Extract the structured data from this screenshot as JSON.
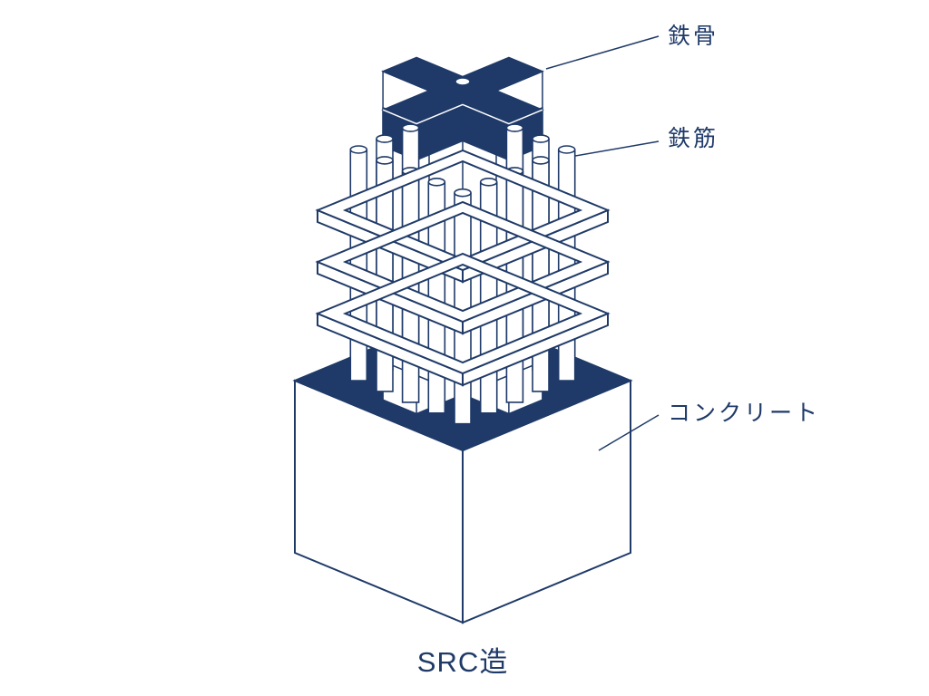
{
  "title": "SRC造",
  "labels": {
    "steel_frame": "鉄骨",
    "rebar": "鉄筋",
    "concrete": "コンクリート"
  },
  "colors": {
    "navy": "#1f3a68",
    "background": "#ffffff",
    "part_fill": "#ffffff"
  }
}
